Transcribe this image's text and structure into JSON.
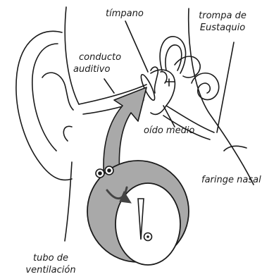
{
  "labels": {
    "timpano": "tímpano",
    "trompa_line1": "trompa de",
    "trompa_line2": "Eustaquio",
    "conducto_line1": "conducto",
    "conducto_line2": "auditivo",
    "oido_medio": "oído medio",
    "faringe_nasal": "faringe nasal",
    "tubo_line1": "tubo de",
    "tubo_line2": "ventilación"
  },
  "colors": {
    "line": "#1a1a1a",
    "circle_fill": "#a9a9a9",
    "arrow_fill": "#a9a9a9",
    "background": "#ffffff"
  }
}
